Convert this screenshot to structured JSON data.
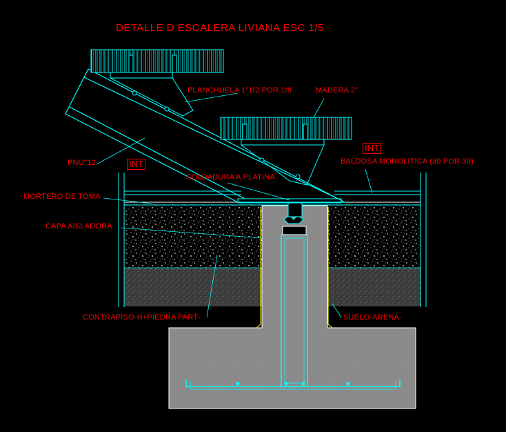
{
  "title": "DETALLE D ESCALERA LIVIANA ESC 1/5",
  "labels": {
    "planchuela": "PLANCHUELA 1\"1/2 POR 1/8",
    "madera": "MADERA 2\"",
    "pnu": "PNU°12",
    "int_left": "INT",
    "int_right": "INT",
    "baldosa": "BALDOSA MONOLITICA (30 POR 30)",
    "soldadura": "SOLDADURA A PLATINA",
    "mortero": "MORTERO DE TOMA",
    "capa": "CAPA AISLADORA",
    "contrapiso": "CONTRAPISO-H+PIEDRA PART-",
    "suelo": "SUELO-ARENA-"
  },
  "colors": {
    "background": "#000000",
    "text": "#ff0000",
    "lines": "#00ffff",
    "lines_light": "#9ff",
    "wood": "#00ffff",
    "concrete": "#888888",
    "soil": "#666666",
    "yellow": "#ffff00",
    "white": "#ffffff"
  }
}
